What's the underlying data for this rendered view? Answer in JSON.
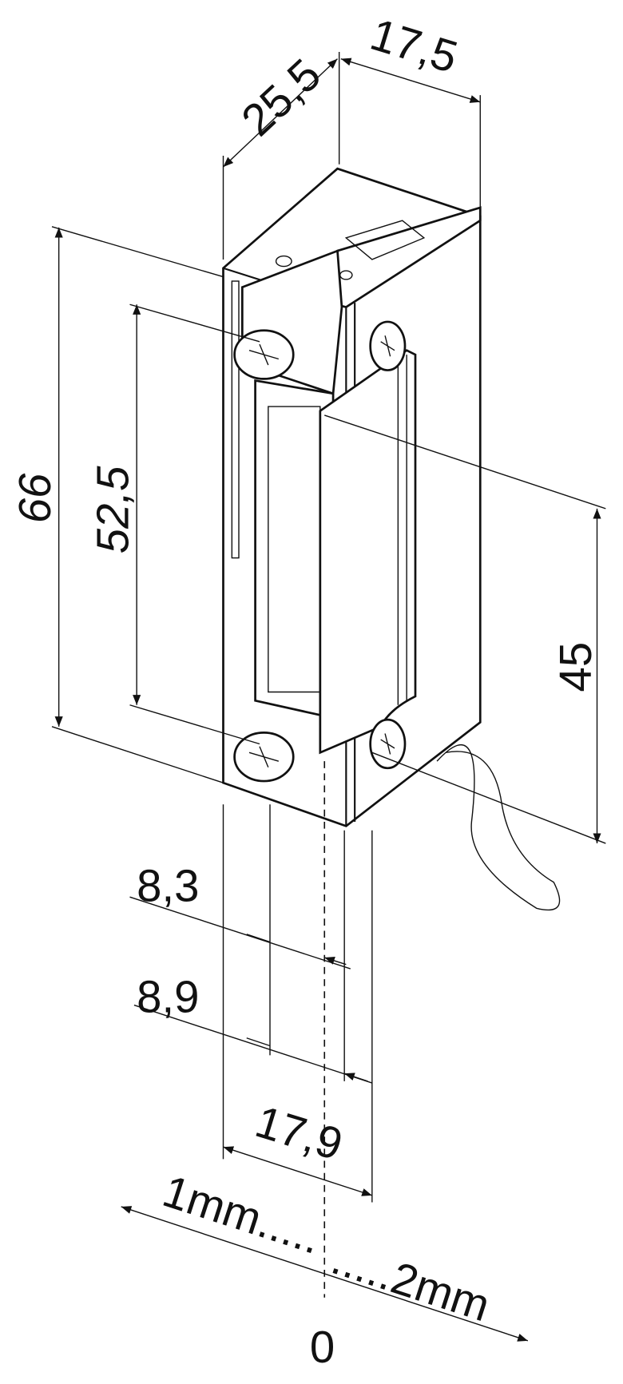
{
  "title": "Electric door strike dimension drawing",
  "dimensions": {
    "depth": "25,5",
    "width": "17,5",
    "height_total": "66",
    "screw_spacing": "52,5",
    "latch_height": "45",
    "offset_a": "8,3",
    "offset_b": "8,9",
    "faceplate_width": "17,9"
  },
  "adjustment": {
    "left_label": "1mm.....",
    "right_label": ".....2mm",
    "zero_label": "0"
  }
}
